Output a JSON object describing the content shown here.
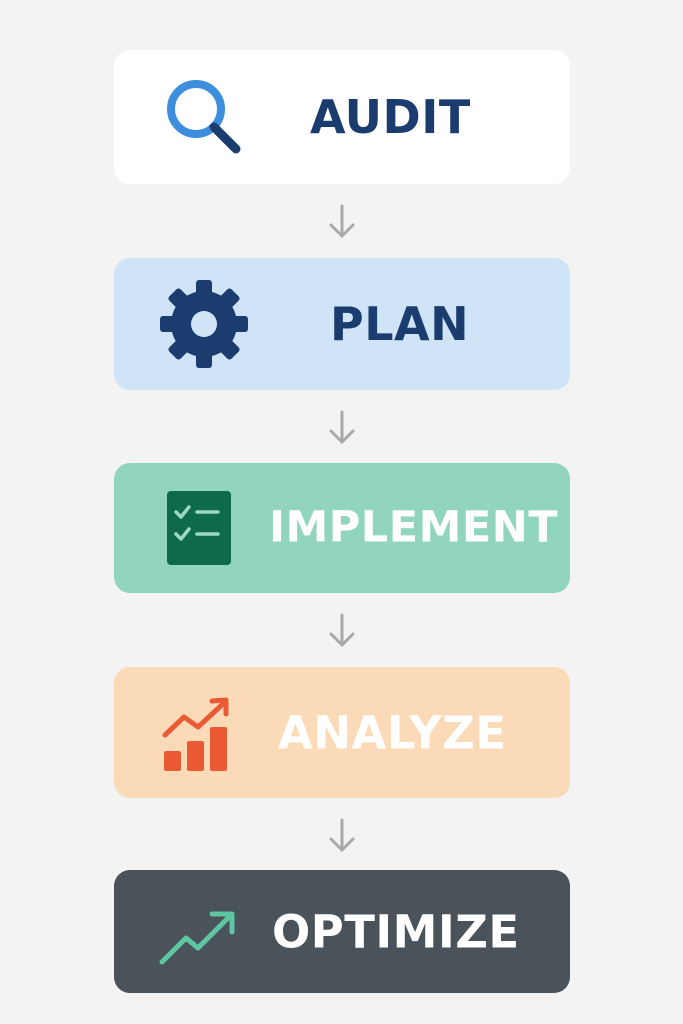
{
  "steps": [
    {
      "label": "AUDIT",
      "icon": "magnifier-icon",
      "bg": "#ffffff",
      "text_color": "#1b3c6e",
      "icon_color": "#3d8fdd"
    },
    {
      "label": "PLAN",
      "icon": "gear-icon",
      "bg": "#cfe4f6",
      "text_color": "#1b3c6e",
      "icon_color": "#1b3c6e"
    },
    {
      "label": "IMPLEMENT",
      "icon": "checklist-icon",
      "bg": "#91d6bc",
      "text_color": "#ffffff",
      "icon_color": "#0f6a4b"
    },
    {
      "label": "ANALYZE",
      "icon": "bar-chart-growth-icon",
      "bg": "#fbdab8",
      "text_color": "#ffffff",
      "icon_color": "#ea5a34"
    },
    {
      "label": "OPTIMIZE",
      "icon": "trend-up-icon",
      "bg": "#4a535a",
      "text_color": "#ffffff",
      "icon_color": "#5ec7a2"
    }
  ],
  "connector": {
    "icon": "arrow-down-icon",
    "color": "#a9a9a9"
  }
}
